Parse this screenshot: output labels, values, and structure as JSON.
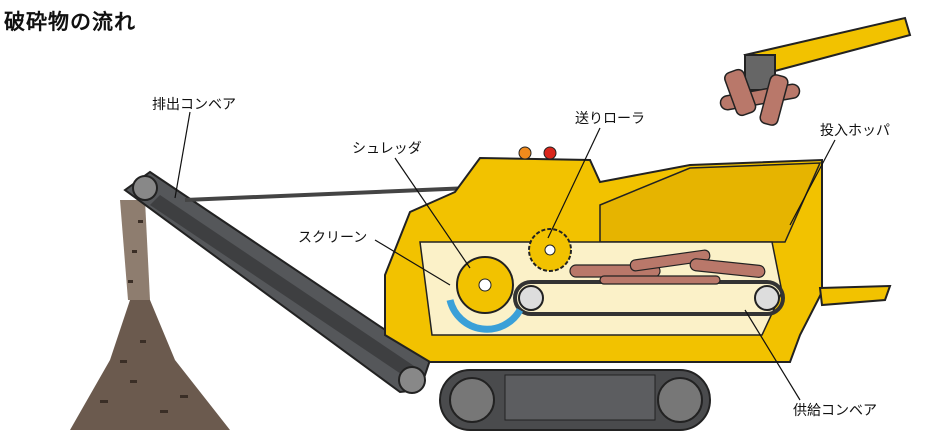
{
  "title": "破砕物の流れ",
  "labels": {
    "discharge_conveyor": "排出コンベア",
    "shredder": "シュレッダ",
    "feed_roller": "送りローラ",
    "hopper": "投入ホッパ",
    "screen": "スクリーン",
    "feed_conveyor": "供給コンベア"
  },
  "colors": {
    "machine_yellow": "#f2c200",
    "inner_cream": "#fbf1c8",
    "conveyor_gray": "#55575a",
    "log_brown": "#b9786a",
    "screen_blue": "#3aa0d8",
    "lamp_orange": "#f08a1c",
    "lamp_red": "#d9261c"
  }
}
